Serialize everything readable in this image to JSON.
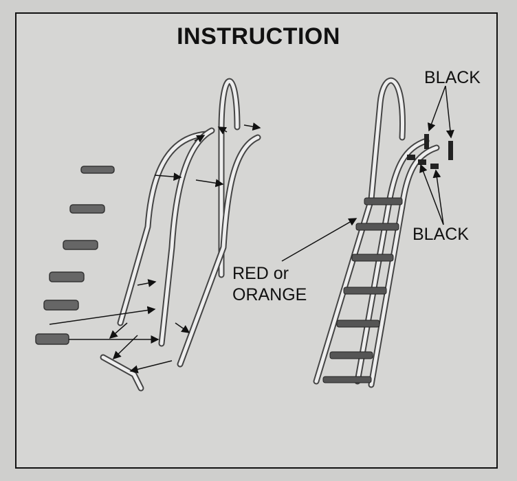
{
  "title": "INSTRUCTION",
  "labels": {
    "black_top": "BLACK",
    "black_bottom": "BLACK",
    "red_line1": "RED or",
    "red_line2": "ORANGE"
  },
  "colors": {
    "paper": "#d6d6d4",
    "ink": "#111111",
    "tube": "#e8e8e6",
    "step": "#555555"
  }
}
